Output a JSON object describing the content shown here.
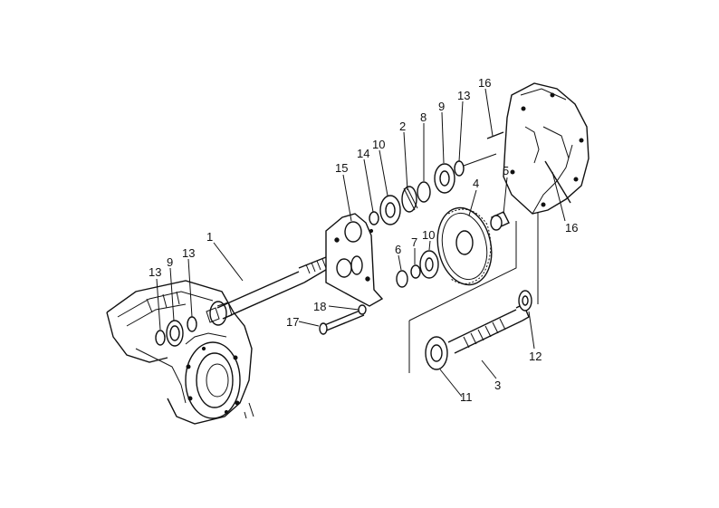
{
  "labels": {
    "p1": "1",
    "p2": "2",
    "p3": "3",
    "p4": "4",
    "p5": "5",
    "p6": "6",
    "p7": "7",
    "p8": "8",
    "p9a": "9",
    "p9b": "9",
    "p10a": "10",
    "p10b": "10",
    "p11": "11",
    "p12": "12",
    "p13a": "13",
    "p13b": "13",
    "p13c": "13",
    "p14": "14",
    "p15": "15",
    "p16a": "16",
    "p16b": "16",
    "p17": "17",
    "p18": "18"
  }
}
